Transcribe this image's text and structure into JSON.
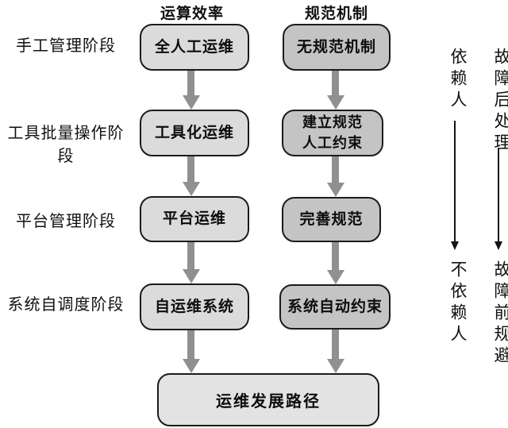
{
  "headers": {
    "col1": "运算效率",
    "col2": "规范机制"
  },
  "stages": [
    {
      "label": "手工管理阶段"
    },
    {
      "label": "工具批量操作阶段"
    },
    {
      "label": "平台管理阶段"
    },
    {
      "label": "系统自调度阶段"
    }
  ],
  "col1_boxes": [
    "全人工运维",
    "工具化运维",
    "平台运维",
    "自运维系统"
  ],
  "col2_boxes": [
    "无规范机制",
    "建立规范\n人工约束",
    "完善规范",
    "系统自动约束"
  ],
  "result_box": "运维发展路径",
  "annotations": {
    "left_top": "依赖人",
    "left_bottom": "不依赖人",
    "right_top": "故障后处理",
    "right_bottom": "故障前规避"
  },
  "colors": {
    "background": "#ffffff",
    "col1_box_fill": "#dbdbdb",
    "col2_box_fill": "#c4c4c4",
    "result_box_fill": "#e3e3e3",
    "box_border": "#1b1b1b",
    "thick_arrow": "#909090",
    "thin_arrow": "#141414",
    "text": "#111111"
  }
}
